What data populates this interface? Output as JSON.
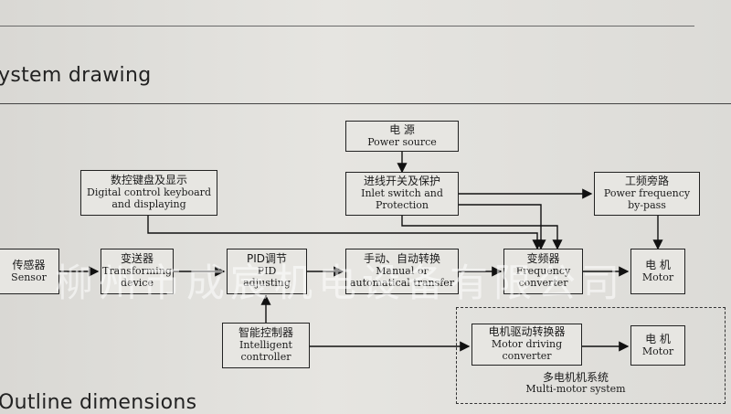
{
  "headings": {
    "system": "ystem  drawing",
    "outline": "Outline dimensions"
  },
  "watermark": "柳州市成宸机电设备有限公司",
  "boxes": {
    "power_source": {
      "cn": "电  源",
      "en": "Power source"
    },
    "keyboard": {
      "cn": "数控键盘及显示",
      "en1": "Digital control keyboard",
      "en2": "and displaying"
    },
    "inlet": {
      "cn": "进线开关及保护",
      "en1": "Inlet switch and",
      "en2": "Protection"
    },
    "bypass": {
      "cn": "工频旁路",
      "en1": "Power frequency",
      "en2": "by-pass"
    },
    "sensor": {
      "cn": "传感器",
      "en": "Sensor"
    },
    "transforming": {
      "cn": "变送器",
      "en1": "Transforming",
      "en2": "device"
    },
    "pid": {
      "cn": "PID调节",
      "en1": "PID",
      "en2": "adjusting"
    },
    "manual": {
      "cn": "手动、自动转换",
      "en1": "Manual or",
      "en2": "automatical transfer"
    },
    "frequency": {
      "cn": "变频器",
      "en1": "Frequency",
      "en2": "converter"
    },
    "motor_main": {
      "cn": "电  机",
      "en": "Motor"
    },
    "intelligent": {
      "cn": "智能控制器",
      "en1": "Intelligent",
      "en2": "controller"
    },
    "motor_driving": {
      "cn": "电机驱动转换器",
      "en1": "Motor driving",
      "en2": "converter"
    },
    "motor_multi": {
      "cn": "电  机",
      "en": "Motor"
    }
  },
  "multi_motor_group": {
    "cn": "多电机机系统",
    "en": "Multi-motor system"
  }
}
